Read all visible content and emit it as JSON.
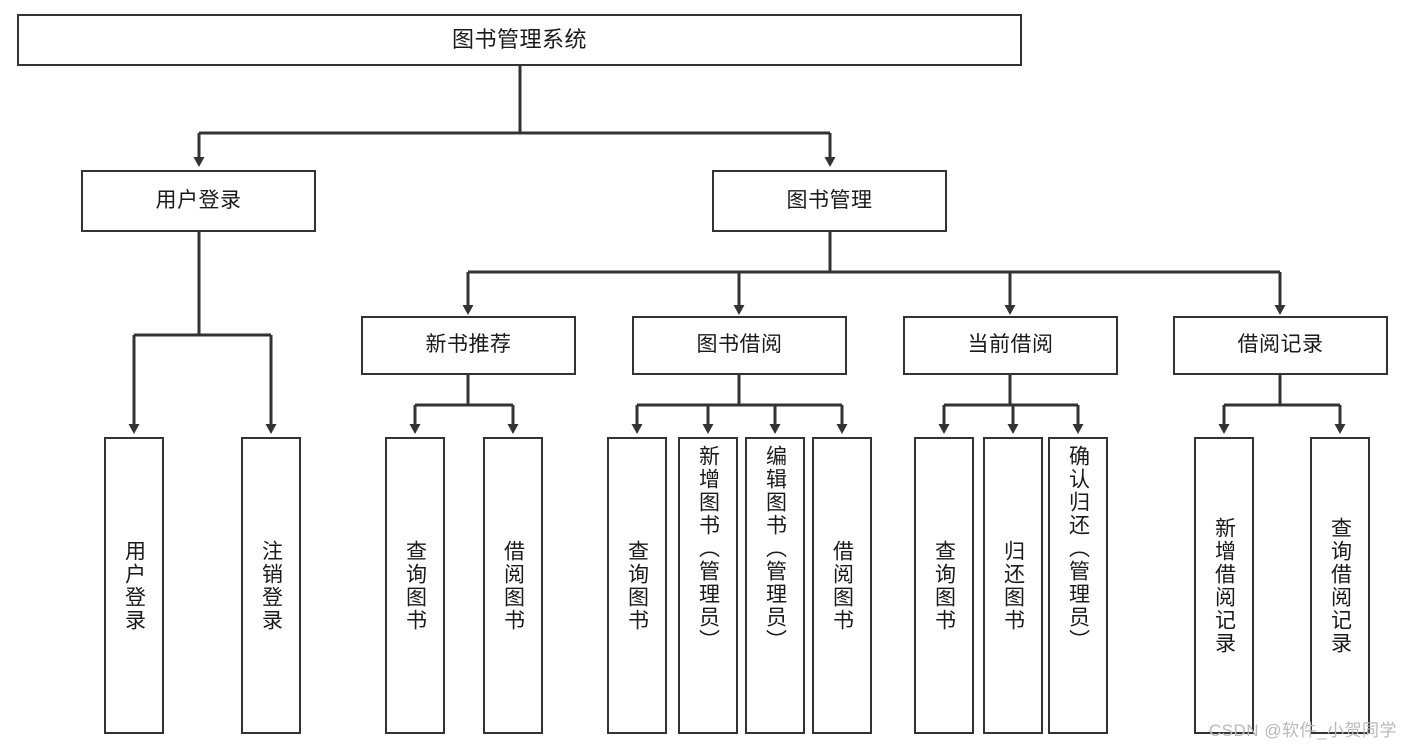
{
  "diagram": {
    "title": "图书管理系统",
    "type": "tree-hierarchy-diagram",
    "watermark": "CSDN @软件_小贺同学",
    "colors": {
      "box_border": "#333333",
      "box_fill": "#ffffff",
      "connector": "#333333",
      "text": "#1a1a1a",
      "watermark": "#b9b9b9",
      "background": "#ffffff"
    },
    "root": {
      "label": "图书管理系统"
    },
    "level1": [
      {
        "label": "用户登录"
      },
      {
        "label": "图书管理"
      }
    ],
    "level2": [
      {
        "label": "新书推荐"
      },
      {
        "label": "图书借阅"
      },
      {
        "label": "当前借阅"
      },
      {
        "label": "借阅记录"
      }
    ],
    "leaves": {
      "user_login": [
        {
          "label": "用户登录"
        },
        {
          "label": "注销登录"
        }
      ],
      "new_book_recommend": [
        {
          "label": "查询图书"
        },
        {
          "label": "借阅图书"
        }
      ],
      "book_borrow": [
        {
          "label": "查询图书"
        },
        {
          "label": "新增图书（管理员）"
        },
        {
          "label": "编辑图书（管理员）"
        },
        {
          "label": "借阅图书"
        }
      ],
      "current_borrow": [
        {
          "label": "查询图书"
        },
        {
          "label": "归还图书"
        },
        {
          "label": "确认归还（管理员）"
        }
      ],
      "borrow_record": [
        {
          "label": "新增借阅记录"
        },
        {
          "label": "查询借阅记录"
        }
      ]
    }
  }
}
